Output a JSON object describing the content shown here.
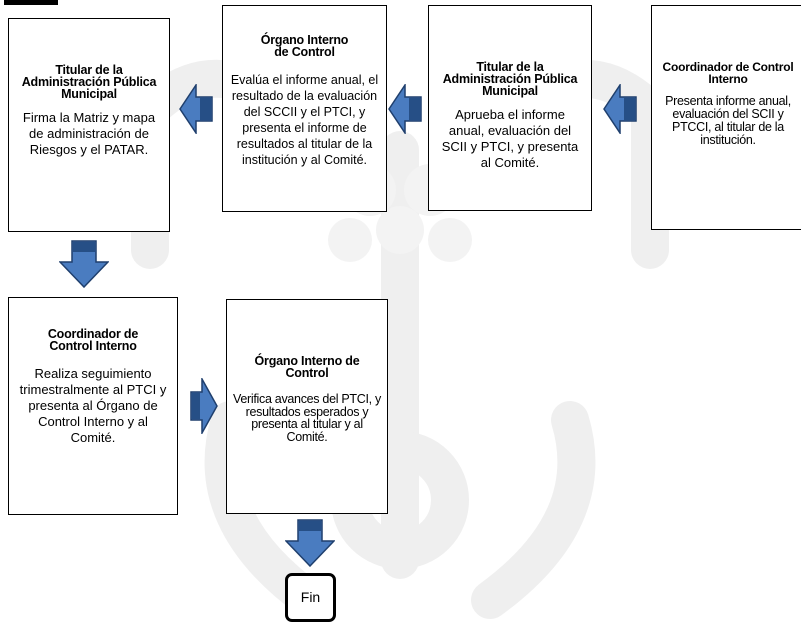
{
  "boxes": [
    {
      "title": "Titular de la Administración Pública Municipal",
      "body": "Firma la Matriz y mapa de administración de Riesgos y el PATAR."
    },
    {
      "title": "Órgano Interno de Control",
      "body": "Evalúa el informe anual, el resultado de la evaluación del SCCII y el PTCI, y presenta el informe de resultados al titular de la institución y al Comité."
    },
    {
      "title": "Titular de la Administración Pública Municipal",
      "body": "Aprueba el informe anual, evaluación del SCII y PTCI, y presenta al Comité."
    },
    {
      "title": "Coordinador de Control Interno",
      "body": "Presenta informe anual, evaluación del SCII y PTCCI, al titular de la institución."
    },
    {
      "title": "Coordinador de Control Interno",
      "body": "Realiza seguimiento trimestralmente al PTCI y presenta al Órgano de Control Interno y al Comité."
    },
    {
      "title": "Órgano Interno de Control",
      "body": "Verifica avances del PTCI, y resultados esperados y presenta al titular y al Comité."
    }
  ],
  "end_label": "Fin",
  "colors": {
    "arrow_fill": "#4a7cc0",
    "arrow_edge": "#1f3f6d",
    "watermark": "#f1f1f1"
  }
}
